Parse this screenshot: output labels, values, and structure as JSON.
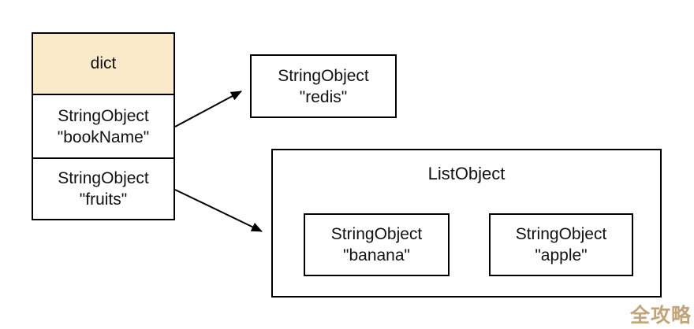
{
  "diagram": {
    "background": "#ffffff",
    "border_color": "#000000",
    "dict_table": {
      "header_label": "dict",
      "header_fill": "#FAEACA",
      "rows": [
        {
          "type": "StringObject",
          "value": "\"bookName\""
        },
        {
          "type": "StringObject",
          "value": "\"fruits\""
        }
      ]
    },
    "redis_node": {
      "type": "StringObject",
      "value": "\"redis\""
    },
    "list_object": {
      "title": "ListObject",
      "items": [
        {
          "type": "StringObject",
          "value": "\"banana\""
        },
        {
          "type": "StringObject",
          "value": "\"apple\""
        }
      ]
    },
    "edges": [
      {
        "from": "dict-row-bookname",
        "to": "redis-node"
      },
      {
        "from": "dict-row-fruits",
        "to": "list-object"
      },
      {
        "from": "banana-node",
        "to": "apple-node"
      }
    ],
    "watermark": {
      "text": "全攻略",
      "color": "#C2A478"
    }
  }
}
